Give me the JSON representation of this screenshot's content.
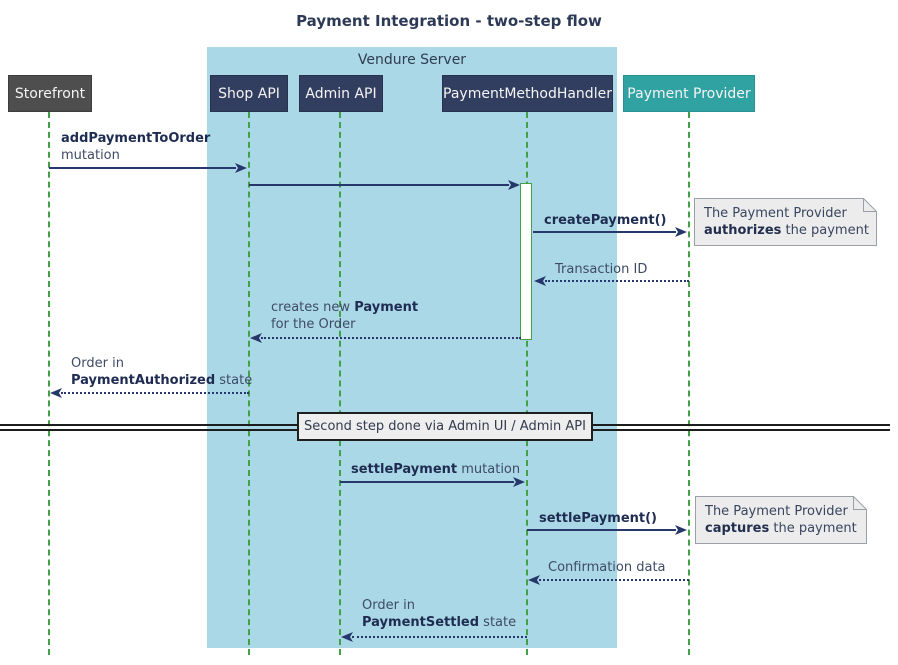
{
  "title": "Payment Integration - two-step flow",
  "server_box": {
    "label": "Vendure Server"
  },
  "participants": {
    "storefront": "Storefront",
    "shop_api": "Shop API",
    "admin_api": "Admin API",
    "payment_method_handler": "PaymentMethodHandler",
    "payment_provider": "Payment Provider"
  },
  "messages": {
    "add_payment_bold": "addPaymentToOrder",
    "add_payment_rest": "mutation",
    "create_payment": "createPayment()",
    "transaction_id": "Transaction ID",
    "creates_new_pre": "creates new ",
    "creates_new_bold": "Payment",
    "creates_new_line2": "for the Order",
    "order_in_1": "Order in",
    "payment_authorized_bold": "PaymentAuthorized",
    "payment_authorized_rest": " state",
    "settle_mutation_bold": "settlePayment",
    "settle_mutation_rest": " mutation",
    "settle_payment_call": "settlePayment()",
    "confirmation_data": "Confirmation data",
    "order_in_2": "Order in",
    "payment_settled_bold": "PaymentSettled",
    "payment_settled_rest": " state"
  },
  "notes": {
    "authorize_line1": "The Payment Provider",
    "authorize_bold": "authorizes",
    "authorize_rest": " the payment",
    "capture_line1": "The Payment Provider",
    "capture_bold": "captures",
    "capture_rest": " the payment"
  },
  "divider": {
    "label": "Second step done via Admin UI / Admin API"
  },
  "colors": {
    "server_box_bg": "#abd8e6",
    "participant_navy": "#323e5f",
    "storefront_gray": "#4e4e4e",
    "provider_teal": "#31a2a2",
    "lifeline_green": "#44a044",
    "arrow_navy": "#26386b",
    "note_bg": "#ececec",
    "divider_border": "#1f1f1f"
  }
}
